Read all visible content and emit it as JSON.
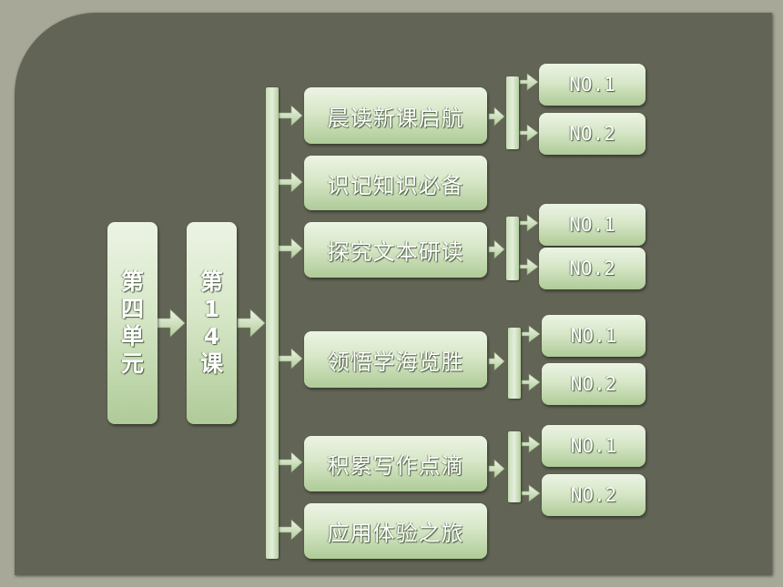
{
  "root": {
    "chars": [
      "第",
      "四",
      "单",
      "元"
    ]
  },
  "lesson": {
    "chars": [
      "第",
      "1",
      "4",
      "课"
    ]
  },
  "sections": [
    {
      "label": "晨读新课启航",
      "children": [
        "NO.1",
        "NO.2"
      ]
    },
    {
      "label": "识记知识必备",
      "children": []
    },
    {
      "label": "探究文本研读",
      "children": [
        "NO.1",
        "NO.2"
      ]
    },
    {
      "label": "领悟学海览胜",
      "children": [
        "NO.1",
        "NO.2"
      ]
    },
    {
      "label": "积累写作点滴",
      "children": [
        "NO.1",
        "NO.2"
      ]
    },
    {
      "label": "应用体验之旅",
      "children": []
    }
  ],
  "colors": {
    "background": "#626455",
    "frame": "#a7a897",
    "box_light": "#ecf4e4",
    "box_dark": "#afcb98"
  }
}
